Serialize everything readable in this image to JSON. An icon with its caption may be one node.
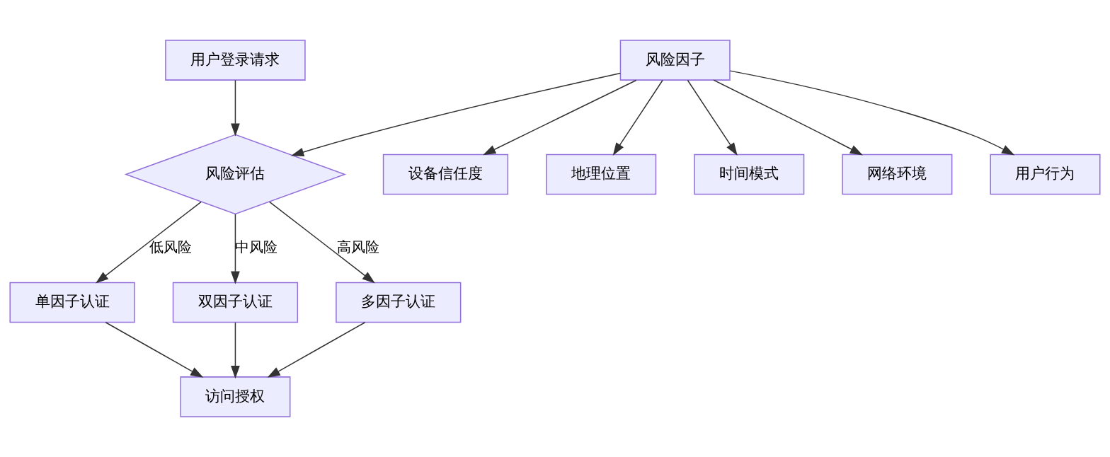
{
  "diagram": {
    "nodes": [
      {
        "text": [
          "用户登录请求"
        ]
      },
      {
        "text": [
          "风险因子"
        ]
      },
      {
        "text": [
          "风险评估"
        ]
      },
      {
        "text": [
          "设备信任度"
        ]
      },
      {
        "text": [
          "地理位置"
        ]
      },
      {
        "text": [
          "时间模式"
        ]
      },
      {
        "text": [
          "网络环境"
        ]
      },
      {
        "text": [
          "用户行为"
        ]
      },
      {
        "text": [
          "单因子认证"
        ]
      },
      {
        "text": [
          "双因子认证"
        ]
      },
      {
        "text": [
          "多因子认证"
        ]
      },
      {
        "text": [
          "访问授权"
        ]
      }
    ],
    "edges": [
      {
        "from": 0,
        "to": 2,
        "arrow": "to"
      },
      {
        "from": 1,
        "to": 2,
        "arrow": "to"
      },
      {
        "from": 1,
        "to": 3,
        "arrow": "to"
      },
      {
        "from": 1,
        "to": 4,
        "arrow": "to"
      },
      {
        "from": 1,
        "to": 5,
        "arrow": "to"
      },
      {
        "from": 1,
        "to": 6,
        "arrow": "to"
      },
      {
        "from": 1,
        "to": 7,
        "arrow": "to"
      },
      {
        "from": 2,
        "to": 8,
        "label": "低风险",
        "arrow": "to"
      },
      {
        "from": 2,
        "to": 9,
        "label": "中风险",
        "arrow": "to"
      },
      {
        "from": 2,
        "to": 10,
        "label": "高风险",
        "arrow": "to"
      },
      {
        "from": 8,
        "to": 11,
        "arrow": "to"
      },
      {
        "from": 9,
        "to": 11,
        "arrow": "to"
      },
      {
        "from": 10,
        "to": 11,
        "arrow": "to"
      }
    ]
  }
}
